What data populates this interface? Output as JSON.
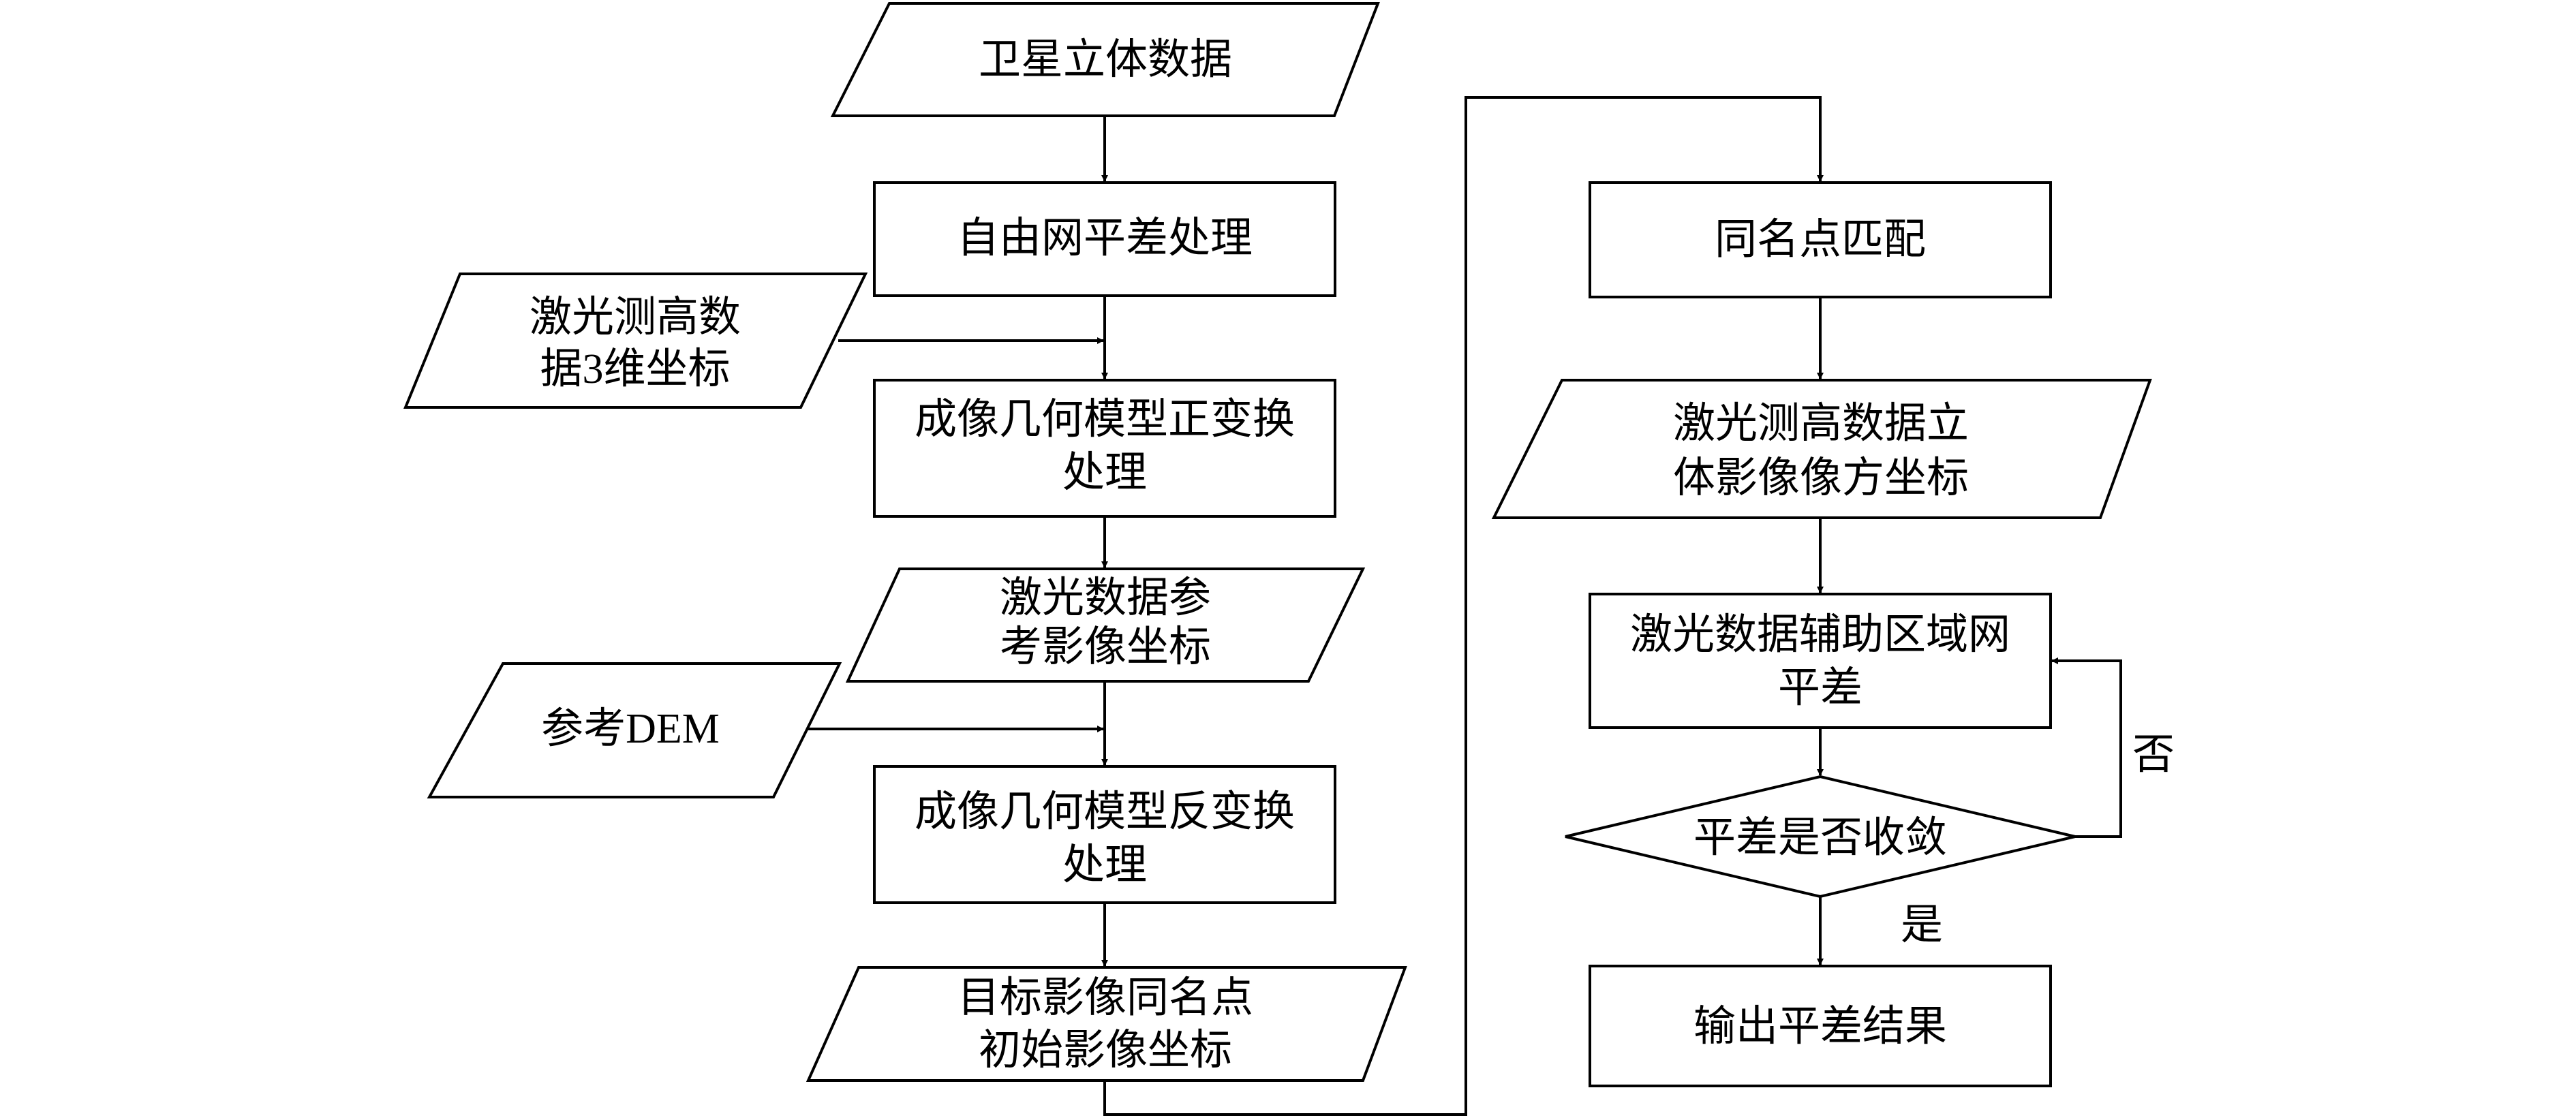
{
  "nodes": {
    "satellite_data": "卫星立体数据",
    "free_network_adjust": "自由网平差处理",
    "laser_3d_coords": [
      "激光测高数",
      "据3维坐标"
    ],
    "forward_transform": [
      "成像几何模型正变换",
      "处理"
    ],
    "laser_ref_coords": [
      "激光数据参",
      "考影像坐标"
    ],
    "ref_dem": "参考DEM",
    "inverse_transform": [
      "成像几何模型反变换",
      "处理"
    ],
    "target_initial_coords": [
      "目标影像同名点",
      "初始影像坐标"
    ],
    "tie_point_match": "同名点匹配",
    "laser_stereo_coords": [
      "激光测高数据立",
      "体影像像方坐标"
    ],
    "laser_assisted_adjust": [
      "激光数据辅助区域网",
      "平差"
    ],
    "converged_decision": "平差是否收敛",
    "output_result": "输出平差结果"
  },
  "edge_labels": {
    "no": "否",
    "yes": "是"
  }
}
